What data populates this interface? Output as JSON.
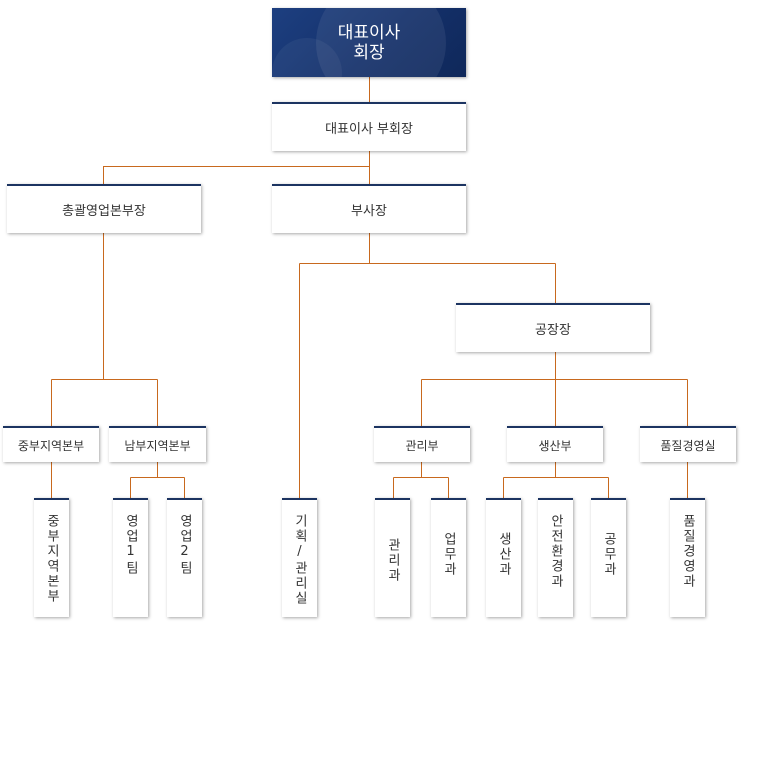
{
  "ceo": {
    "line1": "대표이사",
    "line2": "회장"
  },
  "vice_chairman": "대표이사 부회장",
  "sales_head": "총괄영업본부장",
  "vice_president": "부사장",
  "plant_manager": "공장장",
  "regions": {
    "central": "중부지역본부",
    "south": "남부지역본부"
  },
  "departments": {
    "admin": "관리부",
    "production": "생산부",
    "quality": "품질경영실"
  },
  "vertical": {
    "central_hq": "중부지역본부",
    "sales1": "영업1팀",
    "sales2": "영업2팀",
    "planning": "기획/관리실",
    "admin_section": "관리과",
    "business_section": "업무과",
    "production_section": "생산과",
    "safety_section": "안전환경과",
    "engineering_section": "공무과",
    "quality_section": "품질경영과"
  },
  "colors": {
    "navy": "#1c3461",
    "connector": "#c8691e"
  }
}
